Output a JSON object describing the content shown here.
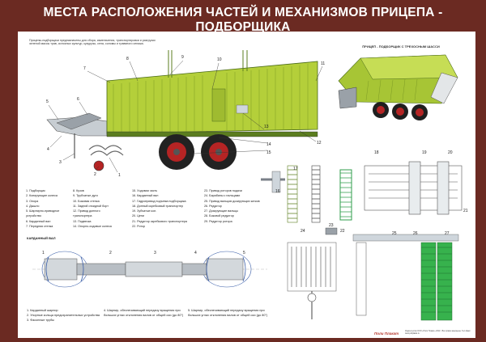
{
  "title": "МЕСТА РАСПОЛОЖЕНИЯ ЧАСТЕЙ И МЕХАНИЗМОВ ПРИЦЕПА - ПОДБОРЩИКА",
  "intro_text": "Прицепы-подборщики предназначены для сбора, измельчения, транспортировки и разгрузки зеленой массы трав, силосных культур, кукурузы, сена, соломы и травяного сенажа.",
  "photo_subtitle": "ПРИЦЕП - ПОДБОРЩИК С ТРЕХОСНЫМ ШАССИ",
  "callouts_main": [
    "1",
    "2",
    "3",
    "4",
    "5",
    "6",
    "7",
    "8",
    "9",
    "10",
    "11",
    "12",
    "13",
    "14",
    "15"
  ],
  "callouts_right": [
    "16",
    "17",
    "18",
    "19",
    "20",
    "21",
    "22",
    "23",
    "24",
    "25",
    "26",
    "27"
  ],
  "legend_col1": [
    "1. Подборщик",
    "2. Копирующие колеса",
    "3. Опора",
    "4. Дышло",
    "5. Шарнирно-приводное",
    "устройство",
    "6. Карданный вал",
    "7. Передняя стенка"
  ],
  "legend_col2": [
    "8. Кузов",
    "9. Трубчатые дуги",
    "10. Боковая стенка",
    "11. Задний откидной борт",
    "12. Привод донного",
    "транспортера",
    "13. Подвеска",
    "14. Опорно-ходовые колеса"
  ],
  "legend_col3": [
    "15. Ходовая часть",
    "16. Карданный вал",
    "17. Гидропривод подъема подборщика",
    "18. Донный скребковый транспортер",
    "19. Зубчатые кол.",
    "20. Цепи",
    "21. Редуктор скребкового транспортера",
    "22. Ротор"
  ],
  "legend_col4": [
    "23. Привод роторов подачи",
    "24. Барабаны с пальцами",
    "25. Привод вальцов дозирующих катков",
    "26. Редуктор",
    "27. Дозирующие вальцы",
    "28. Боковой редуктор",
    "29. Редуктор ротора"
  ],
  "section_label": "КАРДАННЫЙ ВАЛ",
  "bottom_col1": [
    "1. Карданный шарнир",
    "2. Упорные кольца предохранительных устройства",
    "3. Фасонные трубы"
  ],
  "bottom_col2": [
    "4. Шарнир, обеспечивающий передачу вращения при",
    "больших углах отклонения валов от общей оси (до 80°)"
  ],
  "bottom_col3": [
    "5. Шарнир, обеспечивающий передачу вращения при",
    "больших углах отклонения валов от общей оси (до 80°)"
  ],
  "publisher_logo": "Поли Плакат",
  "footer_note": "Издательство ООО «Поли Плакат» 2012 г. Все права защищены. Тел./факс. www.poliplakat.ru",
  "colors": {
    "frame": "#6b2a22",
    "body_green": "#b4cf3a",
    "dark_green": "#5b7d1f",
    "wheel": "#b52424",
    "metal": "#7a8088"
  }
}
